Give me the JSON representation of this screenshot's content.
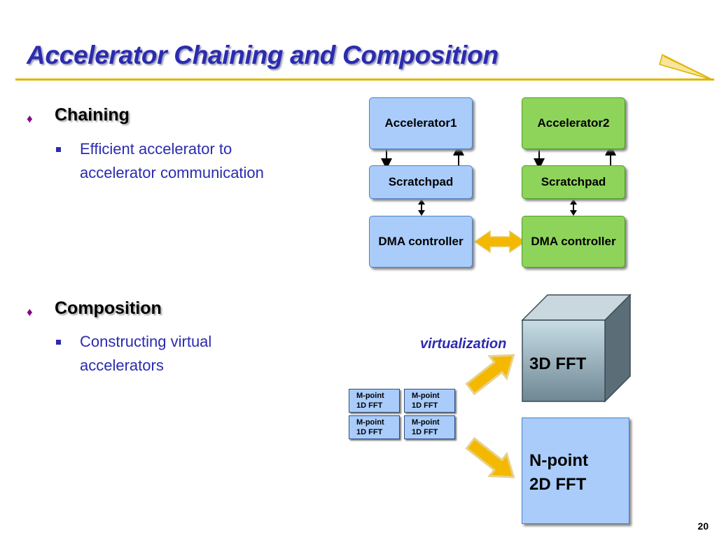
{
  "slide": {
    "title": "Accelerator Chaining and Composition",
    "page_number": "20"
  },
  "bullets": [
    {
      "icon": "diamond-bullet-icon",
      "heading": "Chaining",
      "sub": [
        "Efficient accelerator to",
        "accelerator communication"
      ]
    },
    {
      "icon": "diamond-bullet-icon",
      "heading": "Composition",
      "sub": [
        "Constructing virtual",
        "accelerators"
      ]
    }
  ],
  "chaining_diagram": {
    "left": {
      "accelerator": "Accelerator1",
      "scratchpad": "Scratchpad",
      "dma": "DMA controller",
      "color": "#a9ccfa"
    },
    "right": {
      "accelerator": "Accelerator2",
      "scratchpad": "Scratchpad",
      "dma": "DMA controller",
      "color": "#8ed45a"
    },
    "link_color": "#f5b800"
  },
  "composition_diagram": {
    "virtualization_label": "virtualization",
    "small_blocks": [
      {
        "line1": "M-point",
        "line2": "1D FFT"
      },
      {
        "line1": "M-point",
        "line2": "1D FFT"
      },
      {
        "line1": "M-point",
        "line2": "1D FFT"
      },
      {
        "line1": "M-point",
        "line2": "1D FFT"
      }
    ],
    "cube_label": "3D FFT",
    "box2d_label_line1": "N-point",
    "box2d_label_line2": "2D FFT"
  },
  "colors": {
    "title": "#2b2bb0",
    "accent_rule": "#e3b400",
    "bullet_diamond": "#8a008a",
    "body_text": "#2b2bb0",
    "blue_box": "#a9ccfa",
    "green_box": "#8ed45a",
    "arrow": "#f5b800"
  }
}
